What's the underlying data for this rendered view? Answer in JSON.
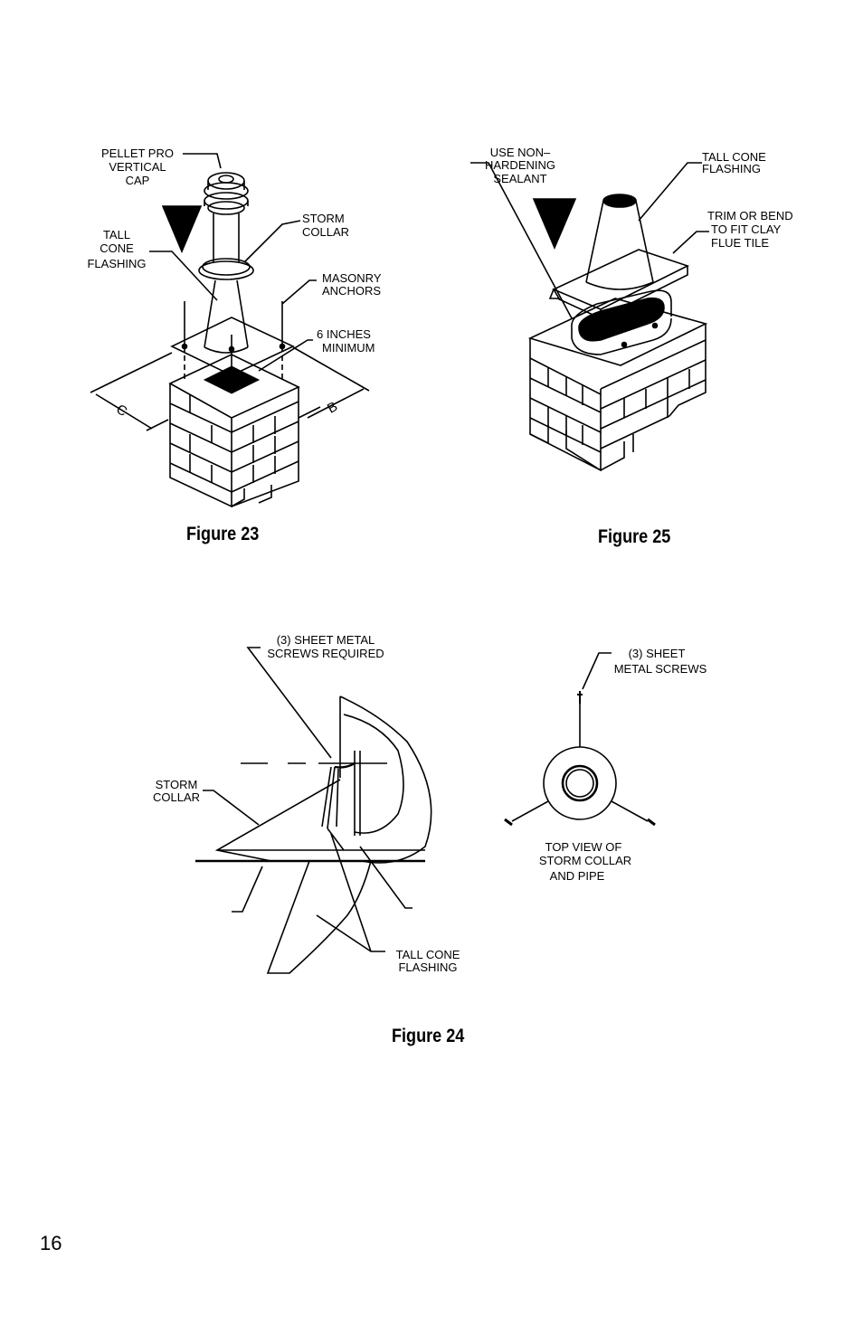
{
  "page_number": "16",
  "figure23": {
    "caption": "Figure 23",
    "labels": {
      "cap_1": "PELLET PRO",
      "cap_2": "VERTICAL",
      "cap_3": "CAP",
      "storm_1": "STORM",
      "storm_2": "COLLAR",
      "tall_1": "TALL",
      "tall_2": "CONE",
      "tall_3": "FLASHING",
      "anchors_1": "MASONRY",
      "anchors_2": "ANCHORS",
      "min_1": "6  INCHES",
      "min_2": "MINIMUM",
      "dim_c": "C",
      "dim_b": "B"
    }
  },
  "figure25": {
    "caption": "Figure 25",
    "labels": {
      "sealant_1": "USE  NON–",
      "sealant_2": "HARDENING",
      "sealant_3": "SEALANT",
      "cone_1": "TALL  CONE",
      "cone_2": "FLASHING",
      "trim_1": "TRIM  OR  BEND",
      "trim_2": "TO  FIT  CLAY",
      "trim_3": "FLUE  TILE"
    }
  },
  "figure24": {
    "caption": "Figure 24",
    "labels": {
      "screws_1": "(3)  SHEET  METAL",
      "screws_2": "SCREWS  REQUIRED",
      "storm_1": "STORM",
      "storm_2": "COLLAR",
      "cone_1": "TALL  CONE",
      "cone_2": "FLASHING",
      "top_screws_1": "(3)  SHEET",
      "top_screws_2": "METAL  SCREWS",
      "top_view_1": "TOP  VIEW  OF",
      "top_view_2": "STORM  COLLAR",
      "top_view_3": "AND  PIPE"
    }
  }
}
